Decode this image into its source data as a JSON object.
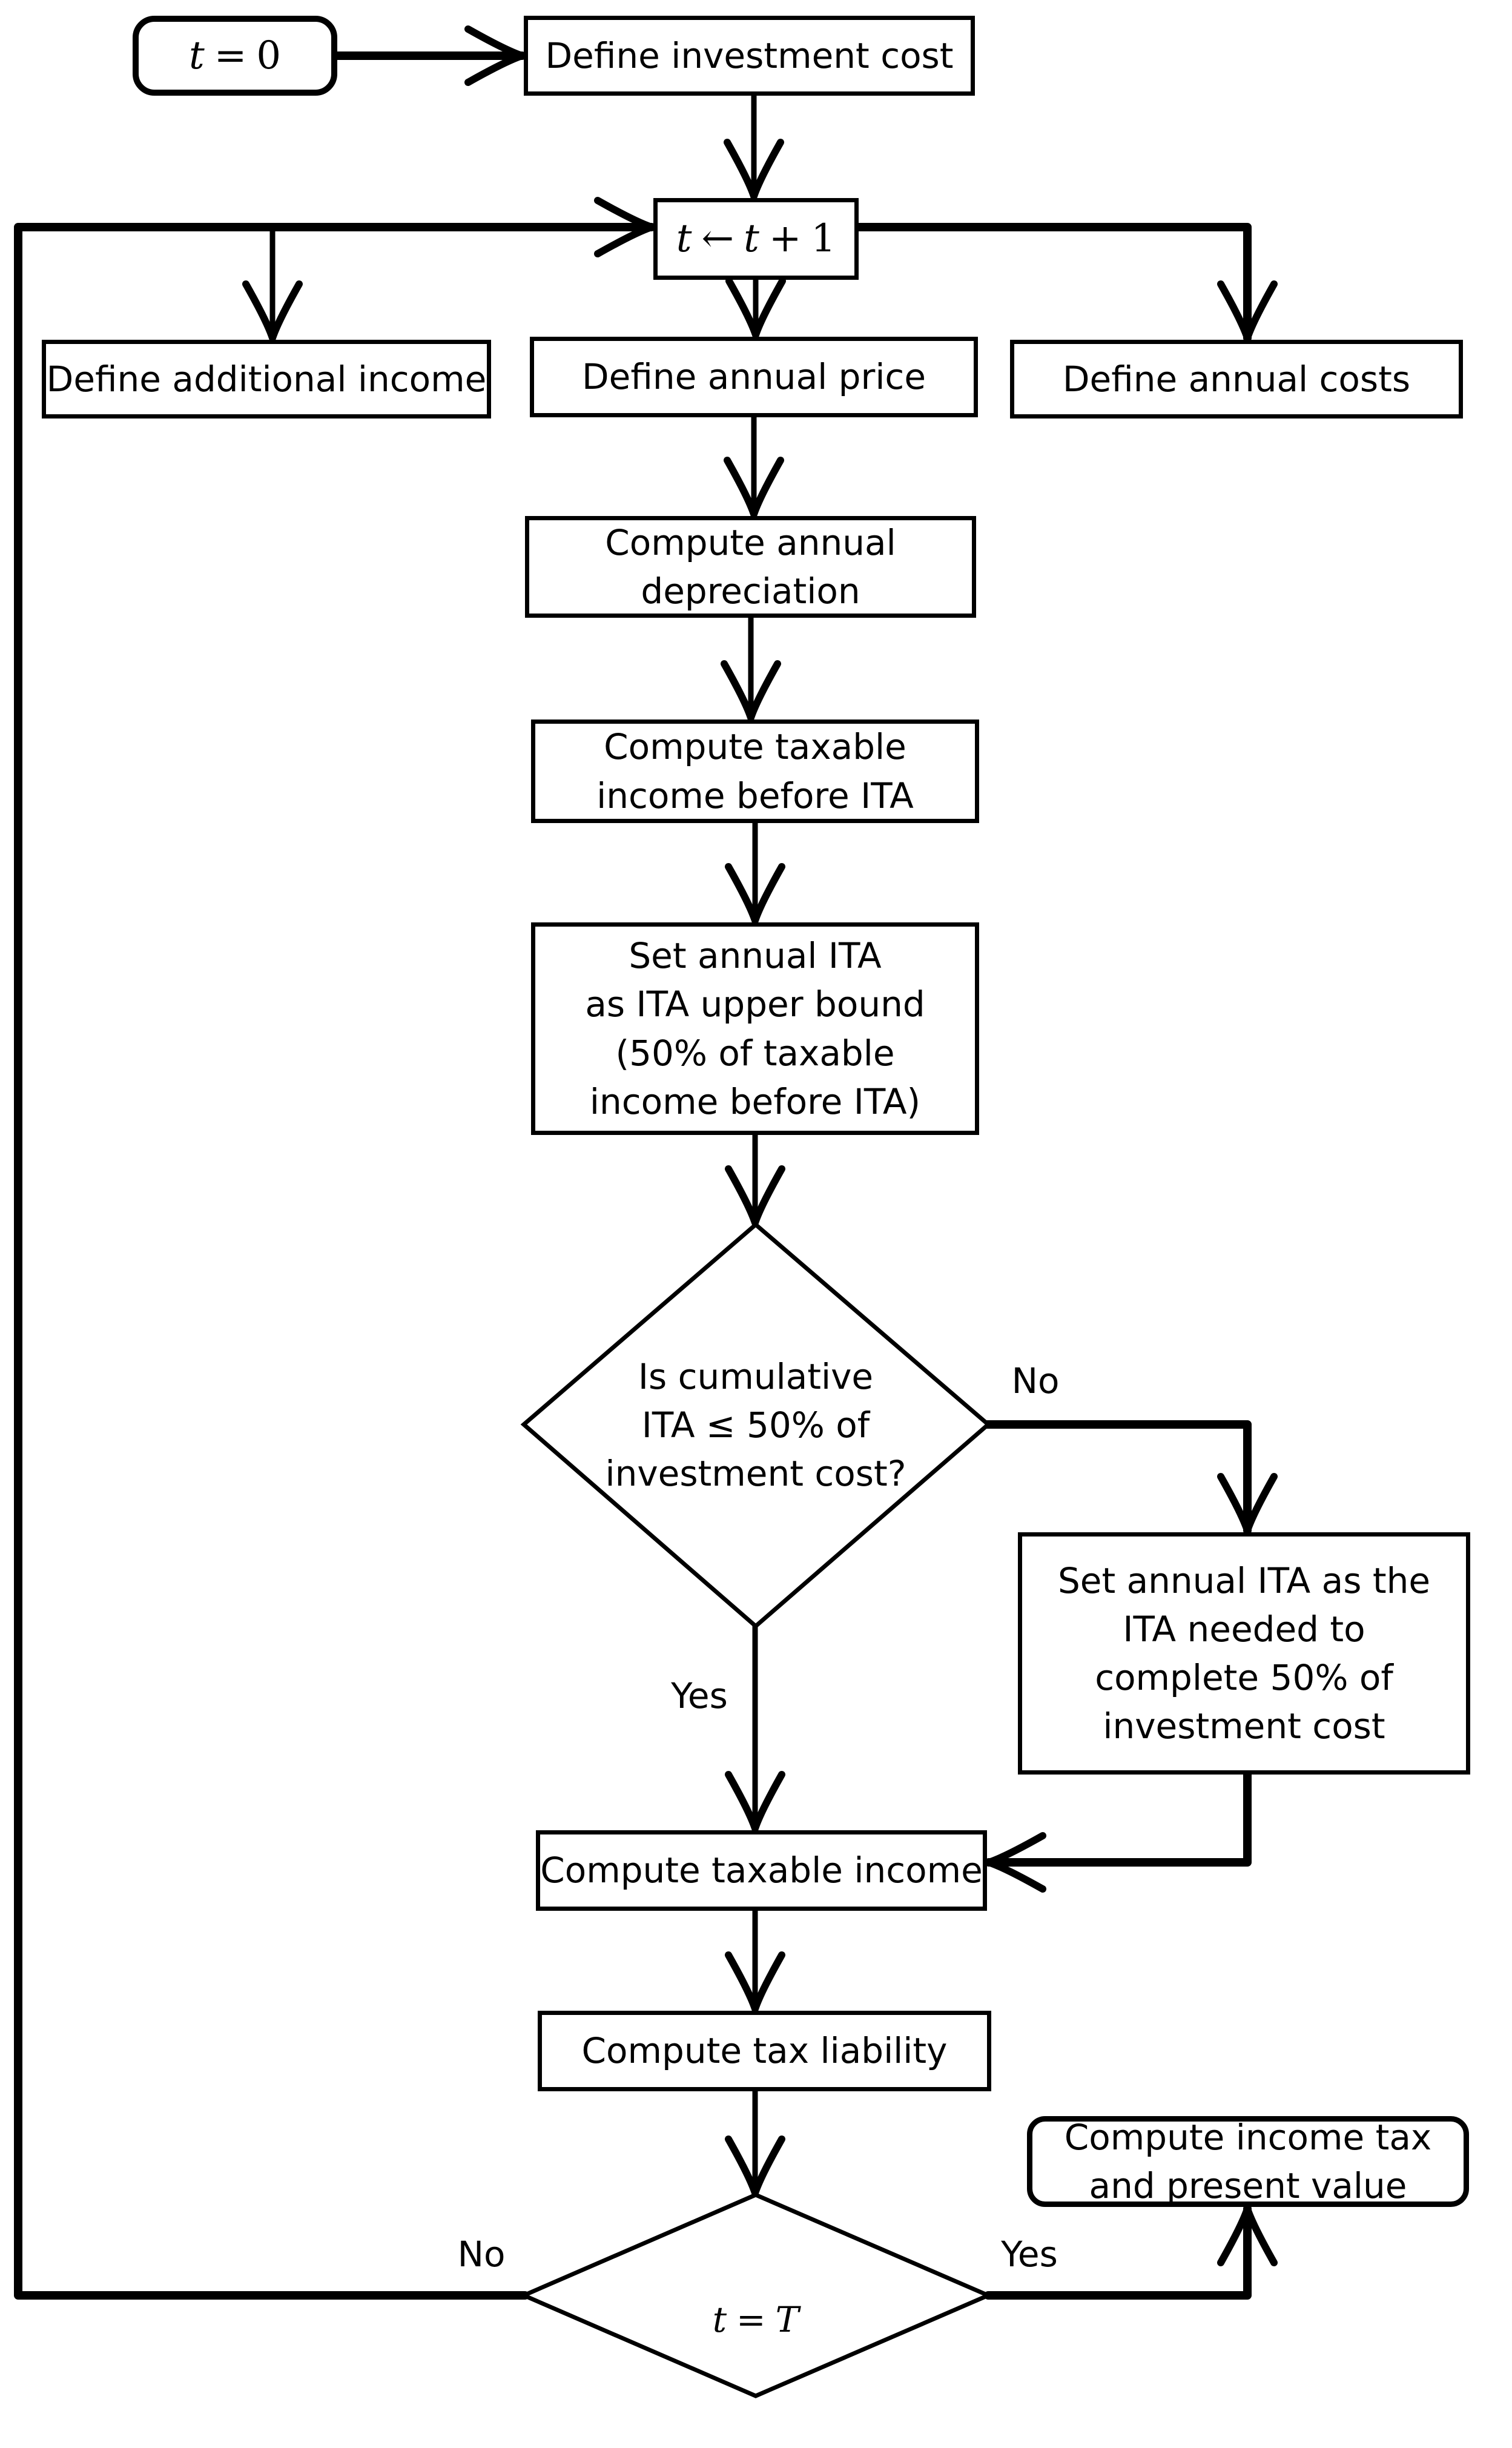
{
  "figure": {
    "type": "flowchart",
    "ink_color": "#000000",
    "paper_color": "#ffffff"
  },
  "nodes": {
    "t_init": {
      "lhs": "t",
      "op": "=",
      "rhs": "0"
    },
    "define_investment_cost": {
      "label": "Define investment cost"
    },
    "t_increment": {
      "lhs": "t",
      "op": "←",
      "a": "t",
      "plus": "+",
      "b": "1"
    },
    "define_additional_income": {
      "label": "Define additional income"
    },
    "define_annual_price": {
      "label": "Define annual price"
    },
    "define_annual_costs": {
      "label": "Define annual costs"
    },
    "compute_annual_depreciation": {
      "lines": [
        "Compute annual",
        "depreciation"
      ]
    },
    "compute_taxable_income_before_ita": {
      "lines": [
        "Compute taxable",
        "income before ITA"
      ]
    },
    "set_annual_ita_upper_bound": {
      "lines": [
        "Set annual ITA",
        "as ITA upper bound",
        "(50% of taxable",
        "income before ITA)"
      ]
    },
    "decision_cumulative_ita": {
      "lines": [
        "Is cumulative",
        "ITA ≤ 50% of",
        "investment cost?"
      ]
    },
    "set_annual_ita_needed": {
      "lines": [
        "Set annual ITA as the",
        "ITA needed to",
        "complete 50% of",
        "investment cost"
      ]
    },
    "compute_taxable_income": {
      "label": "Compute taxable income"
    },
    "compute_tax_liability": {
      "label": "Compute tax liability"
    },
    "compute_income_tax_present_value": {
      "lines": [
        "Compute income tax",
        "and present value"
      ]
    },
    "decision_t_equals_T": {
      "lhs": "t",
      "op": "=",
      "rhs": "T"
    }
  },
  "edge_labels": {
    "decision1_no": "No",
    "decision1_yes": "Yes",
    "decision2_no": "No",
    "decision2_yes": "Yes"
  }
}
